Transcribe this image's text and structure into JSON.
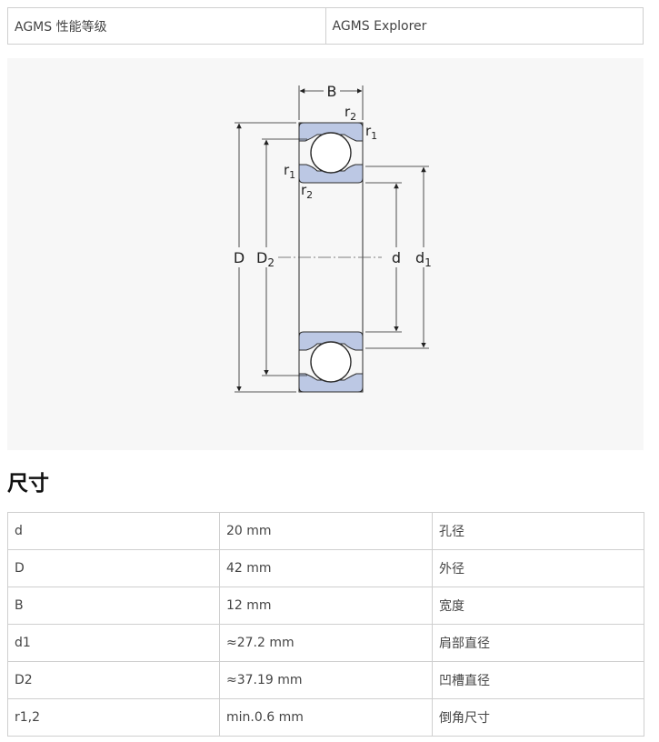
{
  "header": {
    "cells": [
      "AGMS 性能等级",
      "AGMS Explorer"
    ]
  },
  "diagram": {
    "labels": {
      "B": "B",
      "D": "D",
      "D2_main": "D",
      "D2_sub": "2",
      "d": "d",
      "d1_main": "d",
      "d1_sub": "1",
      "r": "r",
      "sub1": "1",
      "sub2": "2"
    },
    "colors": {
      "ring_fill": "#bcc8e4",
      "ring_stroke": "#2b2b2b",
      "ball_fill": "#ffffff"
    }
  },
  "section_title": "尺寸",
  "dimensions": {
    "rows": [
      {
        "symbol": "d",
        "value": "20 mm",
        "description": "孔径"
      },
      {
        "symbol": "D",
        "value": "42 mm",
        "description": "外径"
      },
      {
        "symbol": "B",
        "value": "12 mm",
        "description": "宽度"
      },
      {
        "symbol": "d1",
        "value": "≈27.2 mm",
        "description": "肩部直径"
      },
      {
        "symbol": "D2",
        "value": "≈37.19 mm",
        "description": "凹槽直径"
      },
      {
        "symbol": "r1,2",
        "value": "min.0.6 mm",
        "description": "倒角尺寸"
      }
    ]
  }
}
